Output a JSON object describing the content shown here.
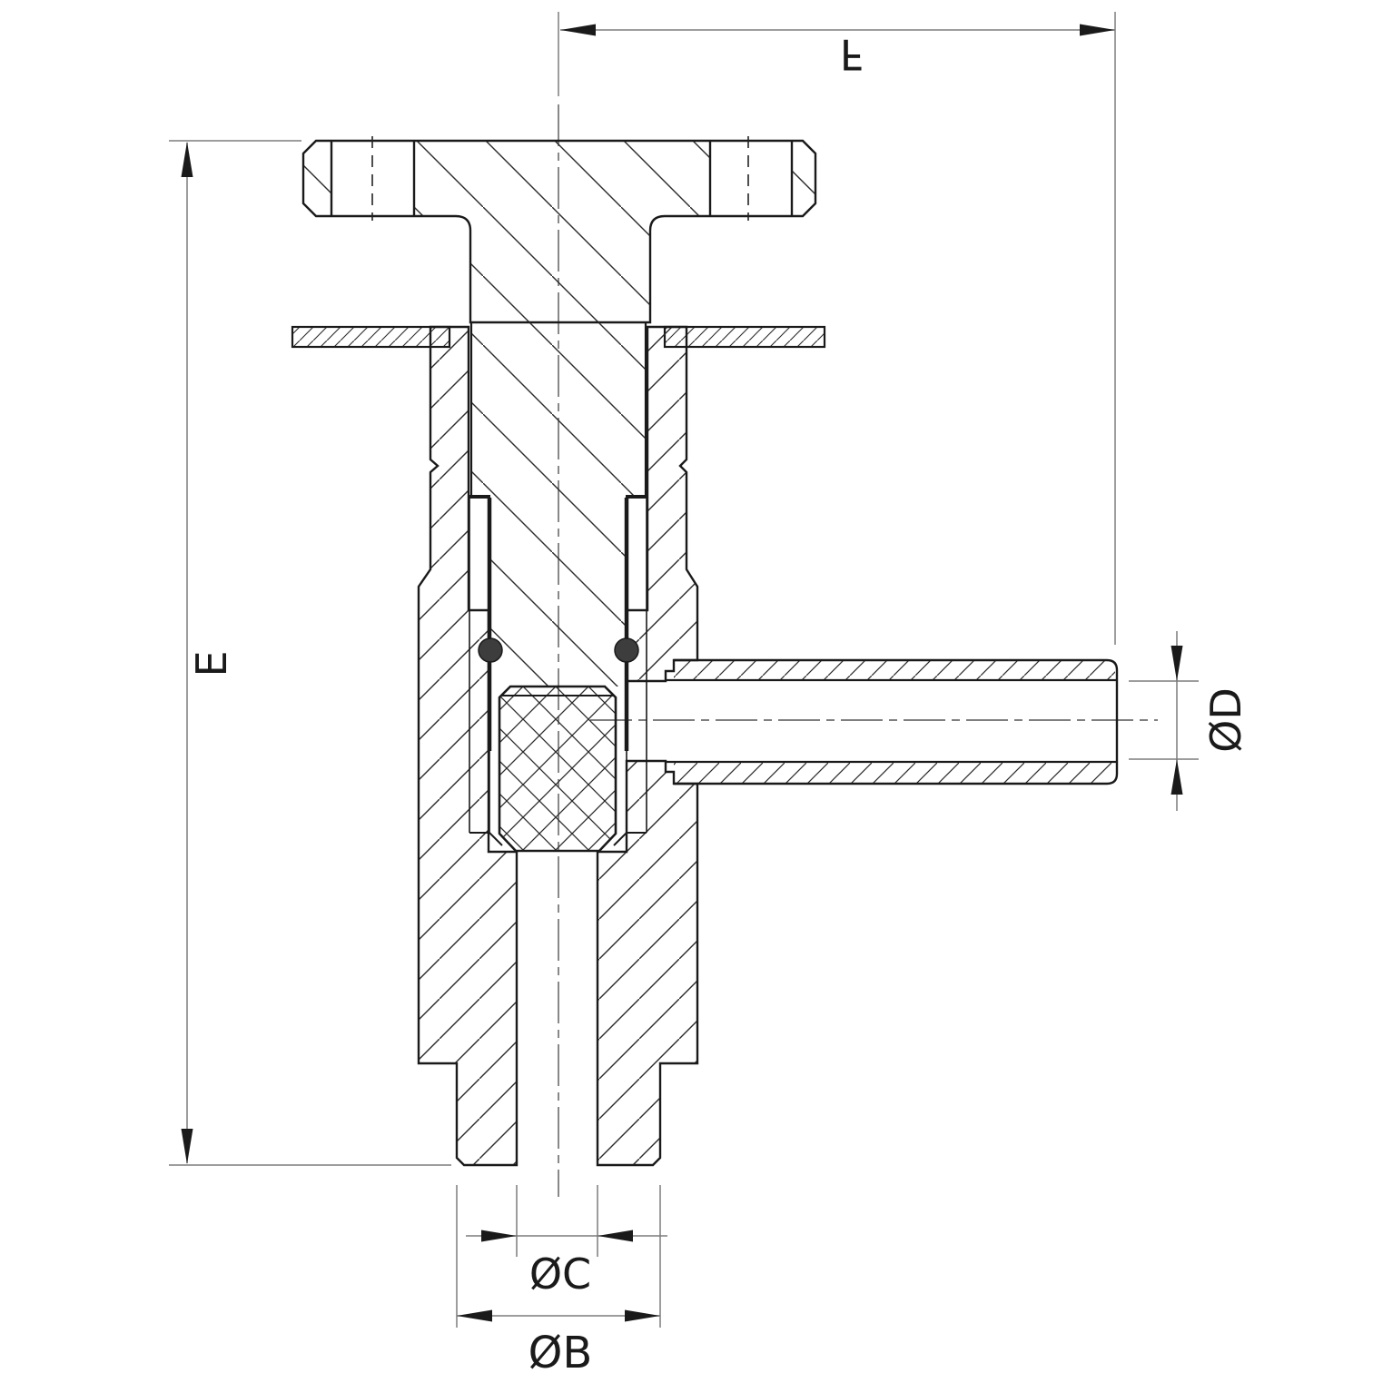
{
  "drawing": {
    "kind": "technical-cross-section",
    "labels": {
      "top_width": "F",
      "overall_height": "E",
      "port_inner_diameter": "ØD",
      "bore_diameter": "ØC",
      "stem_outer_diameter": "ØB"
    },
    "colors": {
      "outline": "#1a1a1a",
      "hatch": "#2a2a2a",
      "dimension_line": "#7d7d7d",
      "oring_fill": "#3d3d3d",
      "background": "#ffffff"
    }
  }
}
